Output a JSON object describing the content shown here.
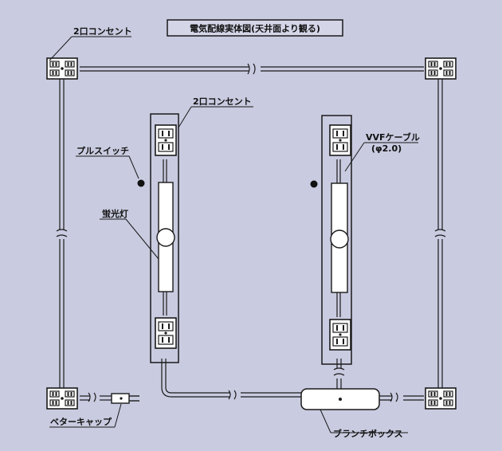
{
  "title": "電気配線実体図(天井面より観る)",
  "labels": {
    "outlet_top": "2口コンセント",
    "outlet_center": "2口コンセント",
    "pull_switch": "プルスイッチ",
    "fluorescent": "蛍光灯",
    "cable_line1": "VVFケーブル",
    "cable_line2": "(φ2.0)",
    "plug": "ベターキャップ",
    "branch_box": "ブランチボックス"
  },
  "icons": [
    "outlet-2-icon",
    "outlet-4-icon",
    "plug-icon",
    "pull-switch-dot-icon",
    "break-mark-icon"
  ],
  "colors": {
    "background": "#c9cbe0",
    "line": "#1a1a1a",
    "fill_white": "#ffffff"
  }
}
